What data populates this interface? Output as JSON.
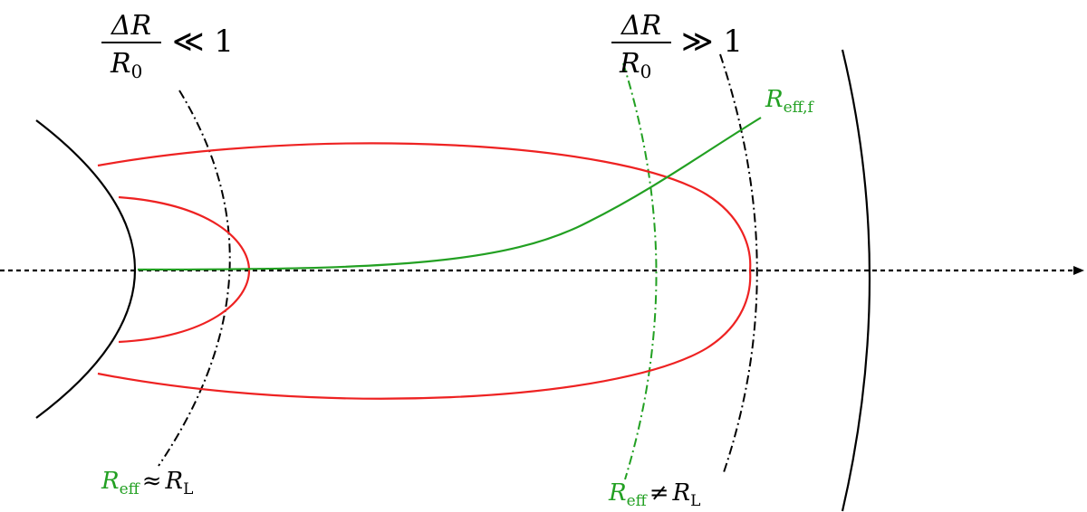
{
  "labels": {
    "top_left": {
      "num": "ΔR",
      "den_base": "R",
      "den_sub": "0",
      "relation": "≪ 1"
    },
    "top_right": {
      "num": "ΔR",
      "den_base": "R",
      "den_sub": "0",
      "relation": "≫ 1"
    },
    "green_curve": {
      "base": "R",
      "sub": "eff,f"
    },
    "bottom_left": {
      "base1": "R",
      "sub1": "eff",
      "relation": "≈",
      "base2": "R",
      "sub2": "L"
    },
    "bottom_right": {
      "base1": "R",
      "sub1": "eff",
      "relation": "≠",
      "base2": "R",
      "sub2": "L"
    }
  },
  "colors": {
    "black": "#000000",
    "red": "#ee2222",
    "green": "#22a022"
  }
}
